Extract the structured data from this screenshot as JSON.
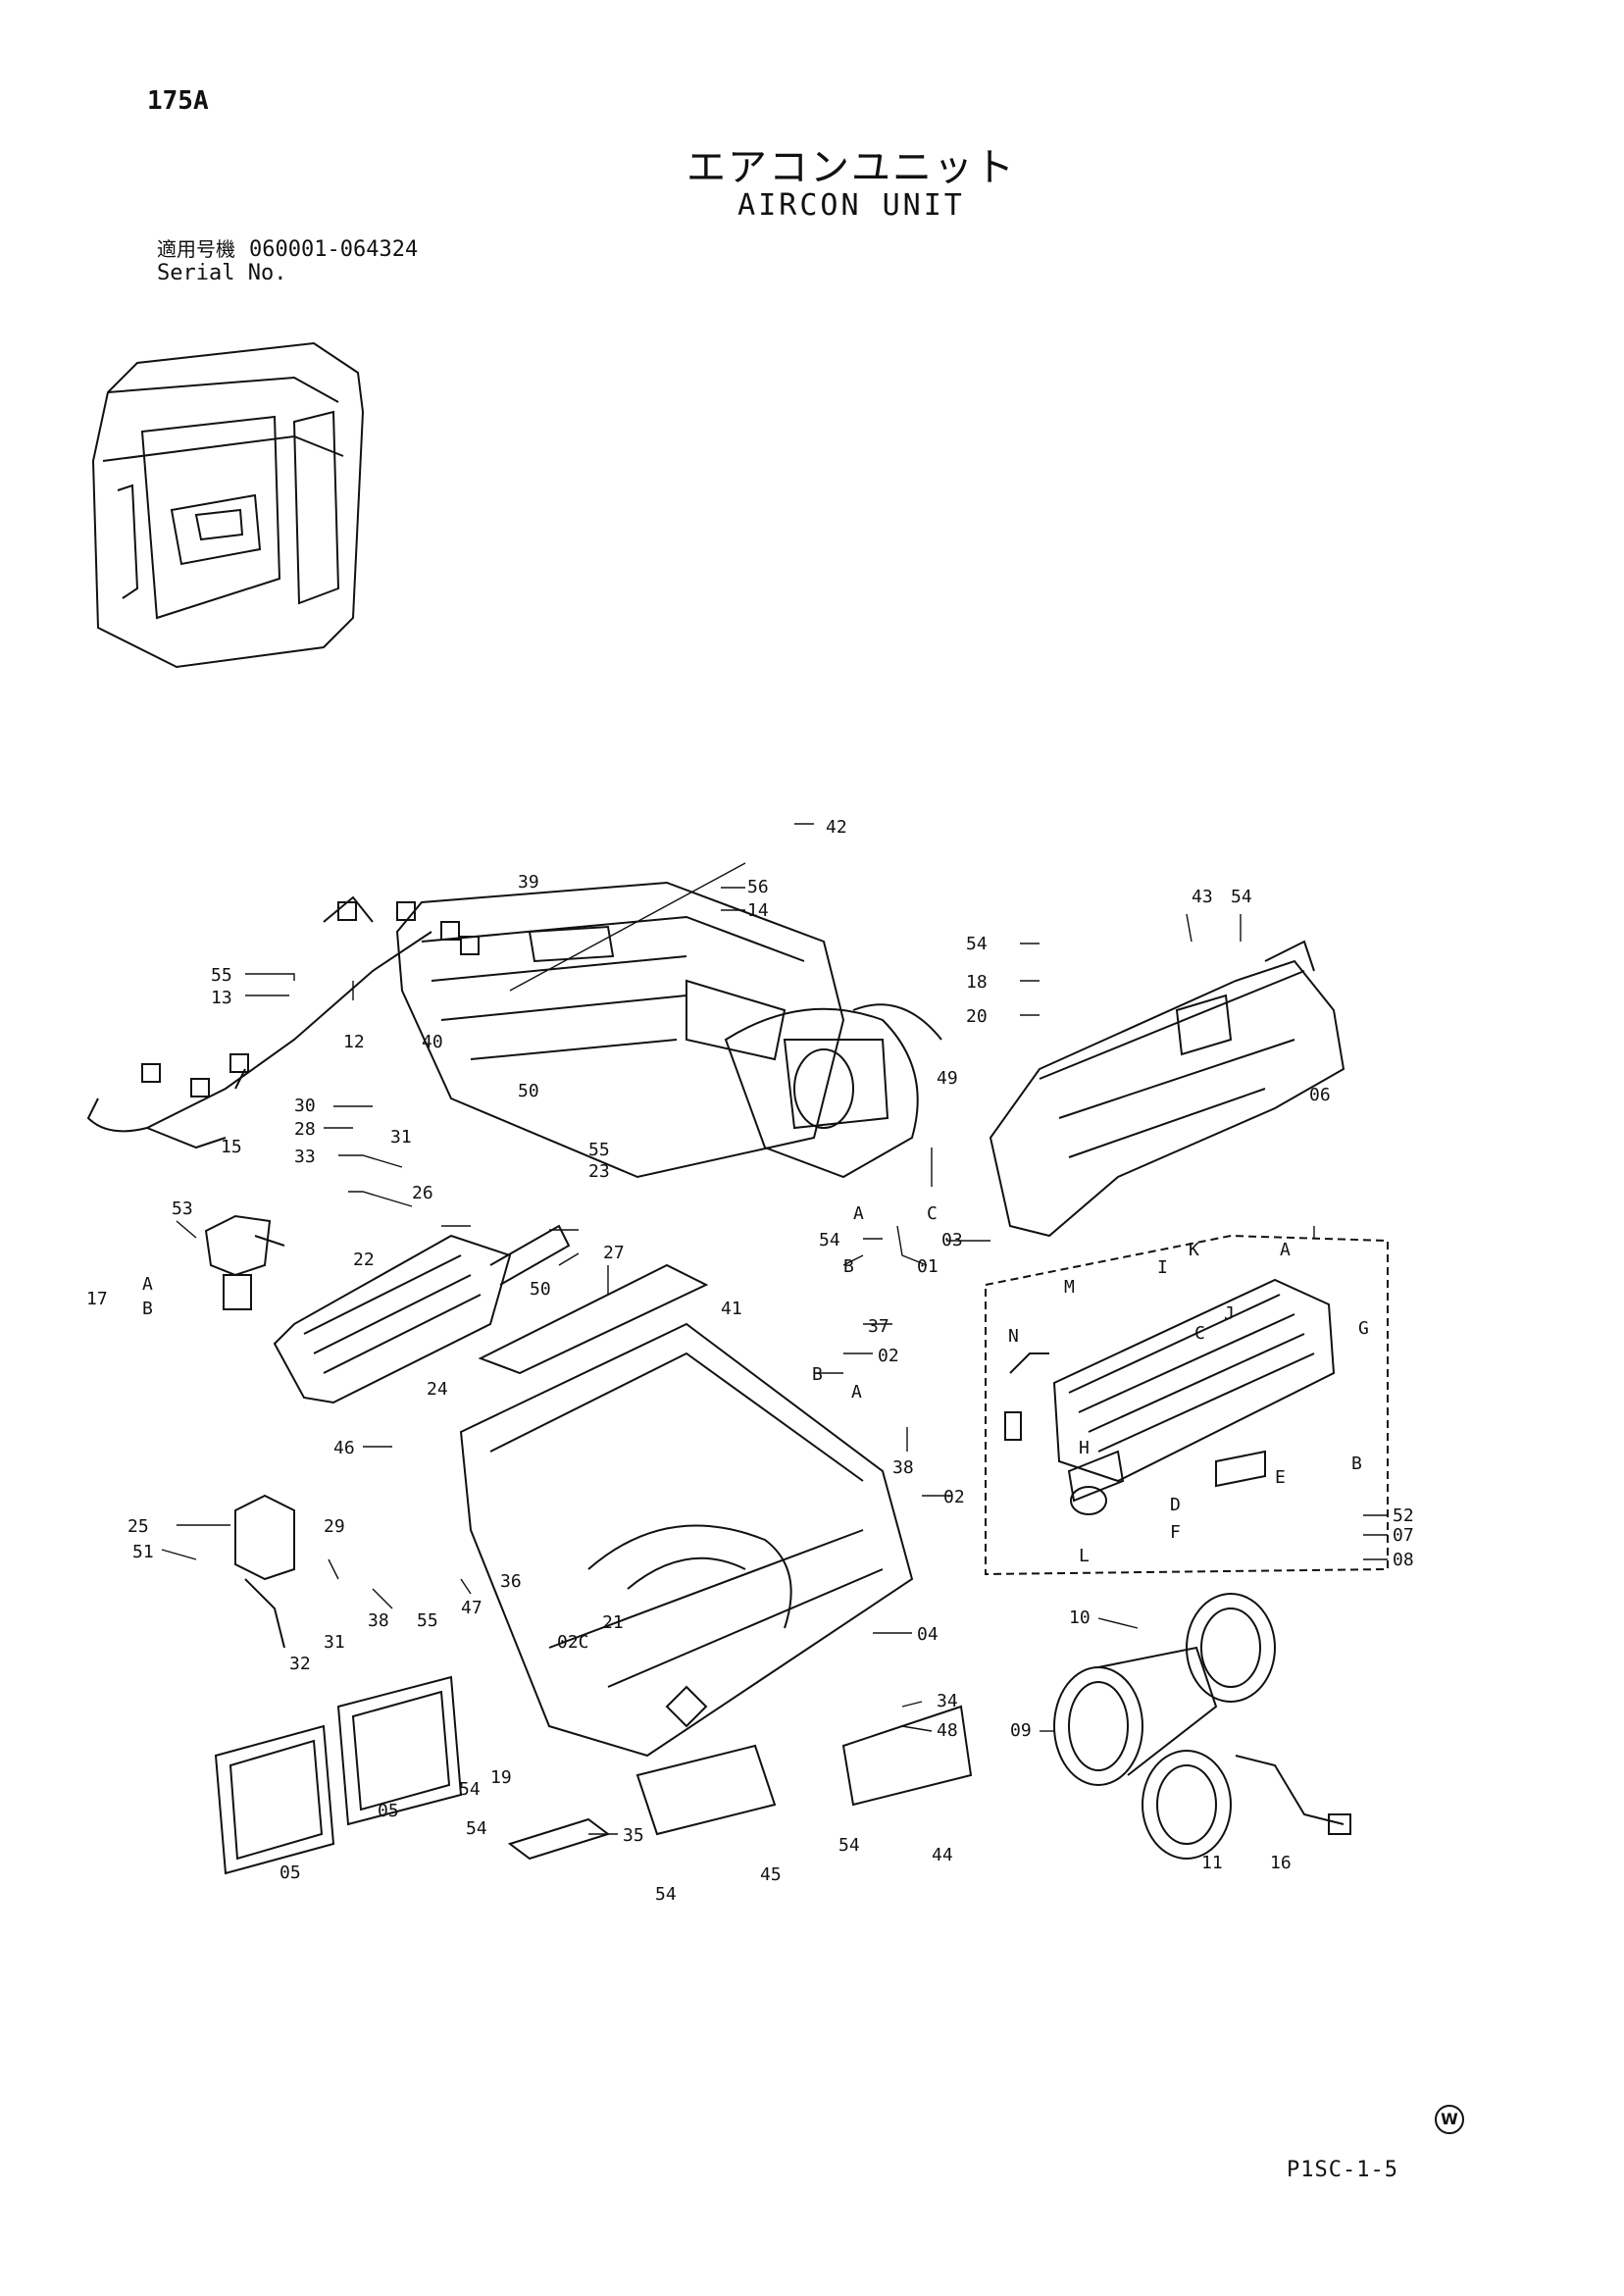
{
  "header": {
    "page_code": "175A",
    "title_jp": "エアコンユニット",
    "title_en": "AIRCON UNIT",
    "serial_label_jp": "適用号機",
    "serial_label_en": "Serial No.",
    "serial_range": "060001-064324"
  },
  "footer": {
    "mark": "W",
    "code": "P1SC-1-5"
  },
  "callouts": {
    "c42": "42",
    "c39": "39",
    "c56": "56",
    "c14": "14",
    "c43": "43",
    "c54a": "54",
    "c54b": "54",
    "c18": "18",
    "c20": "20",
    "c55a": "55",
    "c13": "13",
    "c12": "12",
    "c30": "30",
    "c28": "28",
    "c31a": "31",
    "c15": "15",
    "c40": "40",
    "c50a": "50",
    "c33": "33",
    "c26": "26",
    "c55b": "55",
    "c23": "23",
    "c49": "49",
    "c06": "06",
    "c53": "53",
    "c54c": "54",
    "cA1": "A",
    "cC1": "C",
    "c03": "03",
    "cB1": "B",
    "c01": "01",
    "c27": "27",
    "c22": "22",
    "c50b": "50",
    "c41": "41",
    "c17": "17",
    "c17A": "A",
    "c17B": "B",
    "c24": "24",
    "c37": "37",
    "c02a": "02",
    "cB2": "B",
    "cA2": "A",
    "c46": "46",
    "c38a": "38",
    "c02b": "02",
    "c25": "25",
    "c51": "51",
    "c29": "29",
    "c38b": "38",
    "c55c": "55",
    "c47": "47",
    "c36": "36",
    "c31b": "31",
    "c32": "32",
    "c02C": "02C",
    "c21": "21",
    "c04": "04",
    "c10": "10",
    "c34": "34",
    "c48": "48",
    "c09": "09",
    "c19": "19",
    "c54d": "54",
    "c54e": "54",
    "c05a": "05",
    "c05b": "05",
    "c35": "35",
    "c54f": "54",
    "c45": "45",
    "c54g": "54",
    "c44": "44",
    "c11": "11",
    "c16": "16",
    "sub": {
      "K": "K",
      "A": "A",
      "I": "I",
      "M": "M",
      "J": "J",
      "G": "G",
      "N": "N",
      "C": "C",
      "H": "H",
      "B": "B",
      "E": "E",
      "D": "D",
      "F": "F",
      "L": "L",
      "c52": "52",
      "c07": "07",
      "c08": "08"
    }
  }
}
